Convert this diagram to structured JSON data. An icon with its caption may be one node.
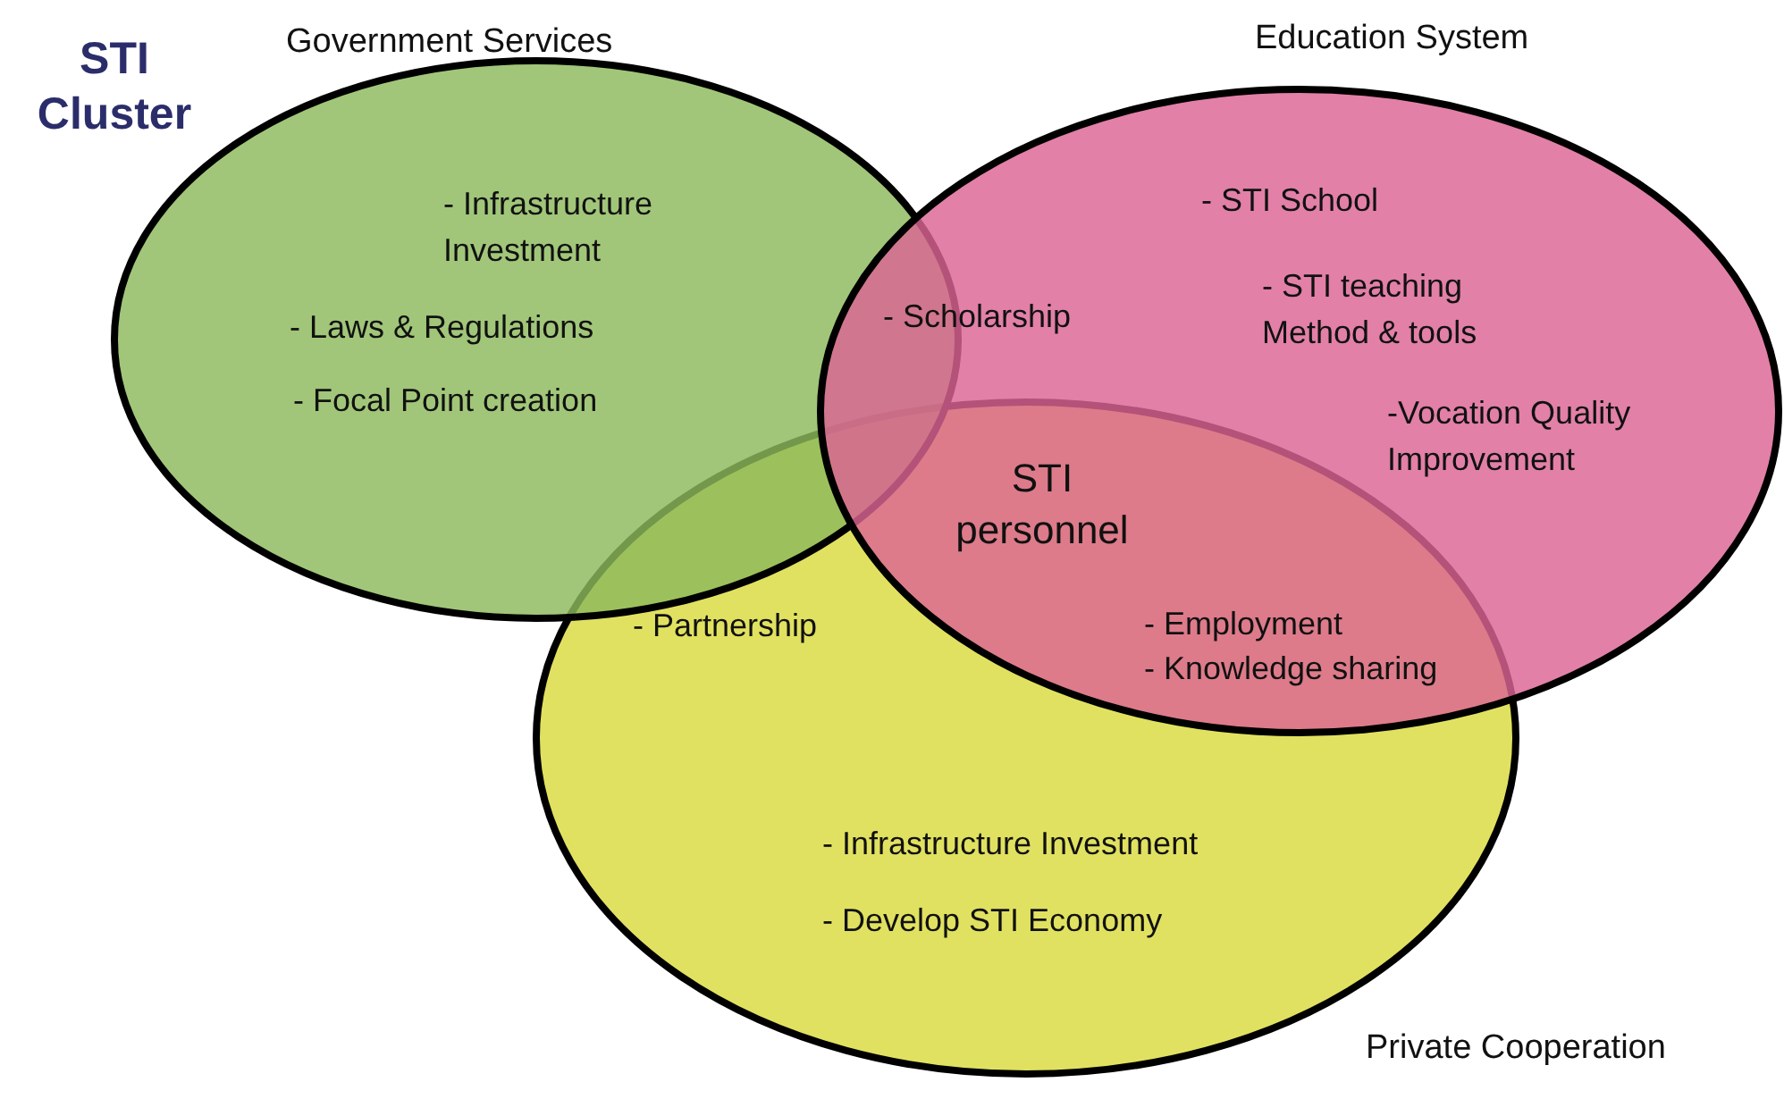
{
  "diagram": {
    "title": "STI Cluster",
    "nodes": [
      {
        "text": [
          "Government Services",
          "- Infrastructure Investment",
          "- Laws & Regulations",
          "- Focal Point creation"
        ]
      },
      {
        "text": [
          "Education System",
          "- STI School",
          "- STI teaching Method & tools",
          "-Vocation Quality Improvement"
        ]
      },
      {
        "text": [
          "Private Cooperation",
          "- Infrastructure Investment",
          "- Develop STI Economy"
        ]
      }
    ],
    "labels": [
      "- Scholarship",
      "STI personnel",
      "- Partnership",
      "- Employment",
      "- Knowledge sharing"
    ]
  }
}
